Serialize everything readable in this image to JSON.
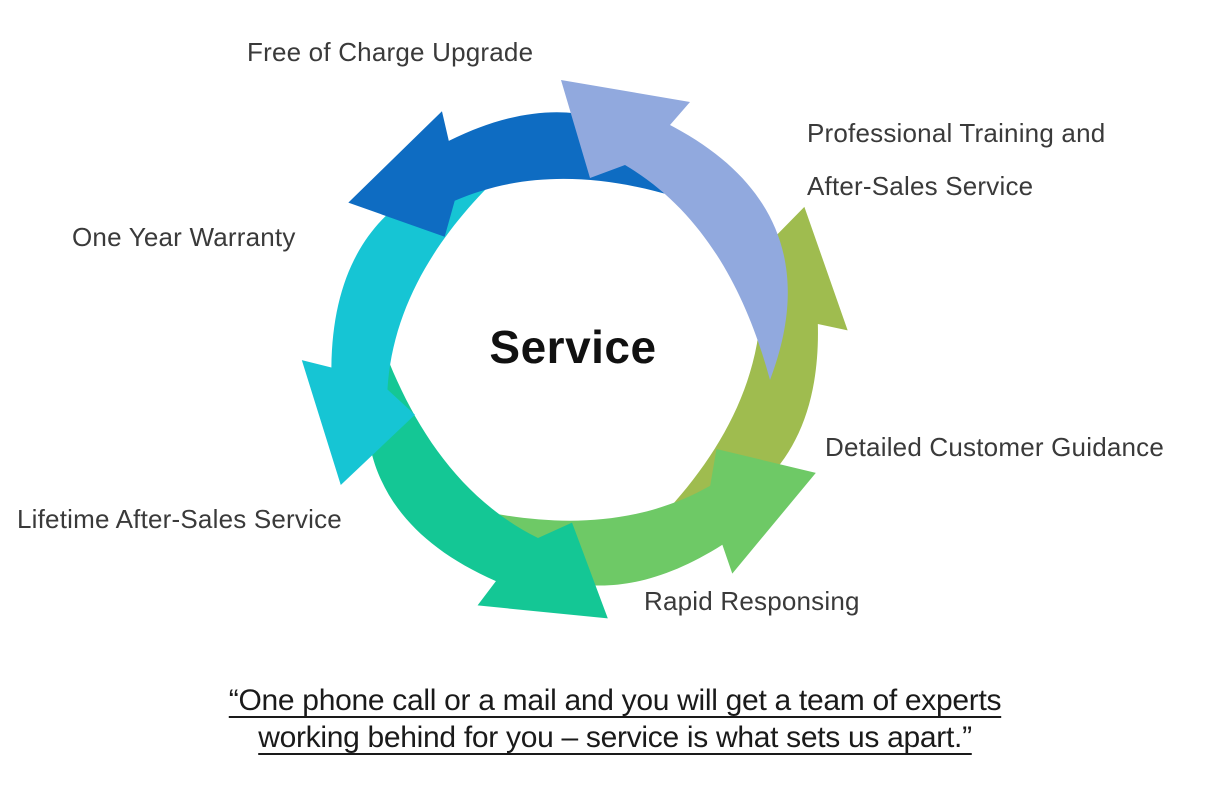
{
  "diagram": {
    "center_label": "Service",
    "arrows": [
      {
        "name": "free-of-charge-upgrade",
        "label": "Free of Charge Upgrade",
        "color": "#91a9de"
      },
      {
        "name": "professional-training",
        "label": "Professional Training and\nAfter-Sales Service",
        "color": "#9fbc4f"
      },
      {
        "name": "detailed-customer-guidance",
        "label": "Detailed Customer Guidance",
        "color": "#6ec966"
      },
      {
        "name": "rapid-responsing",
        "label": "Rapid Responsing",
        "color": "#14c795"
      },
      {
        "name": "lifetime-after-sales-service",
        "label": "Lifetime After-Sales Service",
        "color": "#16c5d4"
      },
      {
        "name": "one-year-warranty",
        "label": "One Year Warranty",
        "color": "#0e6cc2"
      }
    ]
  },
  "quote": {
    "line1": "“One phone call or a mail and you will get a team of experts",
    "line2": "working behind for you – service is what sets us apart.”"
  }
}
